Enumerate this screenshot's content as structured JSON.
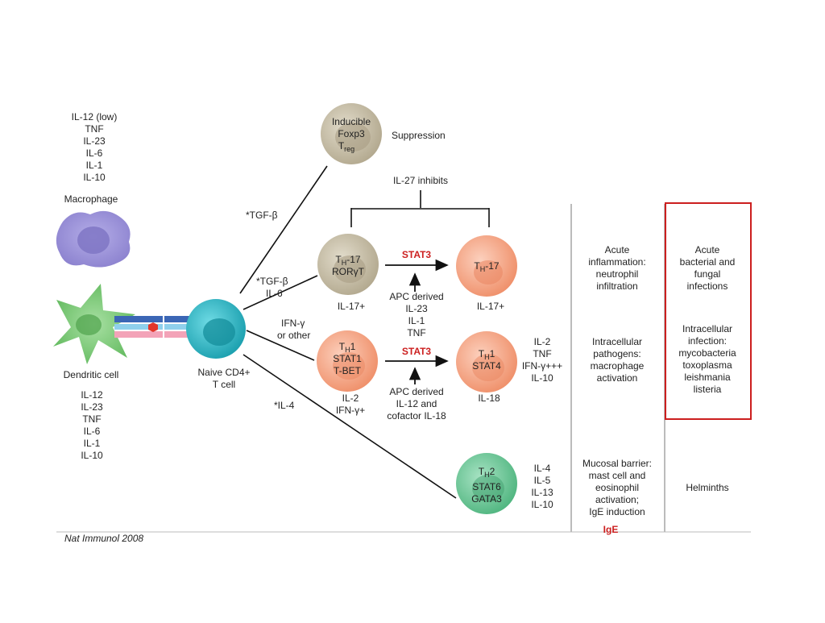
{
  "macrophage": {
    "cytokines": [
      "IL-12 (low)",
      "TNF",
      "IL-23",
      "IL-6",
      "IL-1",
      "IL-10"
    ],
    "label": "Macrophage"
  },
  "dendritic": {
    "label": "Dendritic cell",
    "cytokines": [
      "IL-12",
      "IL-23",
      "TNF",
      "IL-6",
      "IL-1",
      "IL-10"
    ]
  },
  "naive": {
    "line1": "Naive CD4+",
    "line2": "T cell"
  },
  "treg": {
    "line1": "Inducible",
    "line2": "Foxp3",
    "line3": "T",
    "sub": "reg",
    "function": "Suppression"
  },
  "il27": "IL-27 inhibits",
  "edges": {
    "tgfb": "*TGF-β",
    "tgfb_il6": [
      "*TGF-β",
      "IL-6"
    ],
    "ifng": [
      "IFN-γ",
      "or other"
    ],
    "il4": "*IL-4"
  },
  "th17_early": {
    "name": "T",
    "sub": "H",
    "suffix": "-17",
    "tf": "RORγT",
    "below": "IL-17+"
  },
  "th17_late": {
    "name": "T",
    "sub": "H",
    "suffix": "-17",
    "below": "IL-17+"
  },
  "stat3_labels": [
    "STAT3",
    "STAT3"
  ],
  "apc_th17": [
    "APC derived",
    "IL-23",
    "IL-1",
    "TNF"
  ],
  "th1_early": {
    "name": "T",
    "sub": "H",
    "suffix": "1",
    "tf1": "STAT1",
    "tf2": "T-BET",
    "below": [
      "IL-2",
      "IFN-γ+"
    ]
  },
  "th1_late": {
    "name": "T",
    "sub": "H",
    "suffix": "1",
    "tf": "STAT4",
    "below": "IL-18",
    "right": [
      "IL-2",
      "TNF",
      "IFN-γ+++",
      "IL-10"
    ]
  },
  "apc_th1": [
    "APC derived",
    "IL-12 and",
    "cofactor IL-18"
  ],
  "th2": {
    "name": "T",
    "sub": "H",
    "suffix": "2",
    "tf1": "STAT6",
    "tf2": "GATA3",
    "right": [
      "IL-4",
      "IL-5",
      "IL-13",
      "IL-10"
    ]
  },
  "functions": {
    "th17": [
      "Acute",
      "inflammation:",
      "neutrophil",
      "infiltration"
    ],
    "th1": [
      "Intracellular",
      "pathogens:",
      "macrophage",
      "activation"
    ],
    "th2": [
      "Mucosal barrier:",
      "mast cell and",
      "eosinophil",
      "activation;",
      "IgE induction"
    ],
    "ige": "IgE"
  },
  "diseases": {
    "th17": [
      "Acute",
      "bacterial and",
      "fungal",
      "infections"
    ],
    "th1": [
      "Intracellular",
      "infection:",
      "mycobacteria",
      "toxoplasma",
      "leishmania",
      "listeria"
    ],
    "th2": [
      "Helminths"
    ]
  },
  "citation": "Nat Immunol 2008",
  "colors": {
    "macrophage": "#9a8fd6",
    "dendritic": "#7dc97a",
    "naive": "#29b6c4",
    "treg": "#c5bca6",
    "th17": "#f5a383",
    "th2": "#6fc79a",
    "highlight": "#cc1f1f"
  }
}
